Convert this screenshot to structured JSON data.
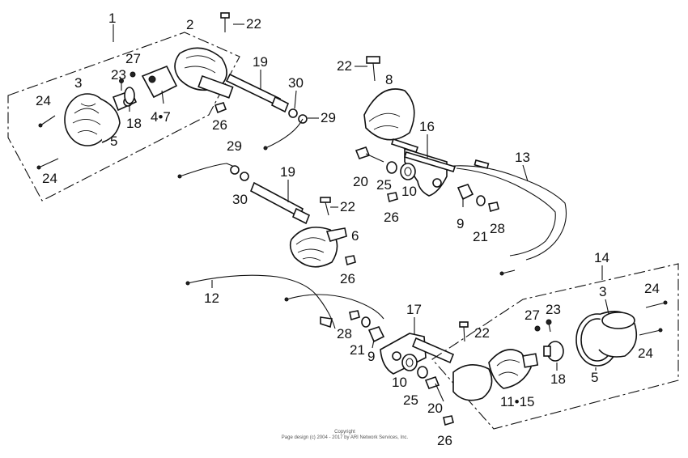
{
  "callouts": {
    "c1": "1",
    "c2": "2",
    "c3a": "3",
    "c3b": "3",
    "c47": "4•7",
    "c5a": "5",
    "c5b": "5",
    "c6": "6",
    "c8": "8",
    "c9a": "9",
    "c9b": "9",
    "c10a": "10",
    "c10b": "10",
    "c1115": "11•15",
    "c12": "12",
    "c13": "13",
    "c14": "14",
    "c16": "16",
    "c17": "17",
    "c18a": "18",
    "c18b": "18",
    "c19a": "19",
    "c19b": "19",
    "c20a": "20",
    "c20b": "20",
    "c21a": "21",
    "c21b": "21",
    "c22a": "22",
    "c22b": "22",
    "c22c": "22",
    "c22d": "22",
    "c23a": "23",
    "c23b": "23",
    "c24a": "24",
    "c24b": "24",
    "c24c": "24",
    "c24d": "24",
    "c25a": "25",
    "c25b": "25",
    "c26a": "26",
    "c26b": "26",
    "c26c": "26",
    "c26d": "26",
    "c27a": "27",
    "c27b": "27",
    "c28a": "28",
    "c28b": "28",
    "c29a": "29",
    "c29b": "29",
    "c30a": "30",
    "c30b": "30"
  },
  "copyright": {
    "line1": "Copyright",
    "line2": "Page design (c) 2004 - 2017 by ARI Network Services, Inc."
  }
}
